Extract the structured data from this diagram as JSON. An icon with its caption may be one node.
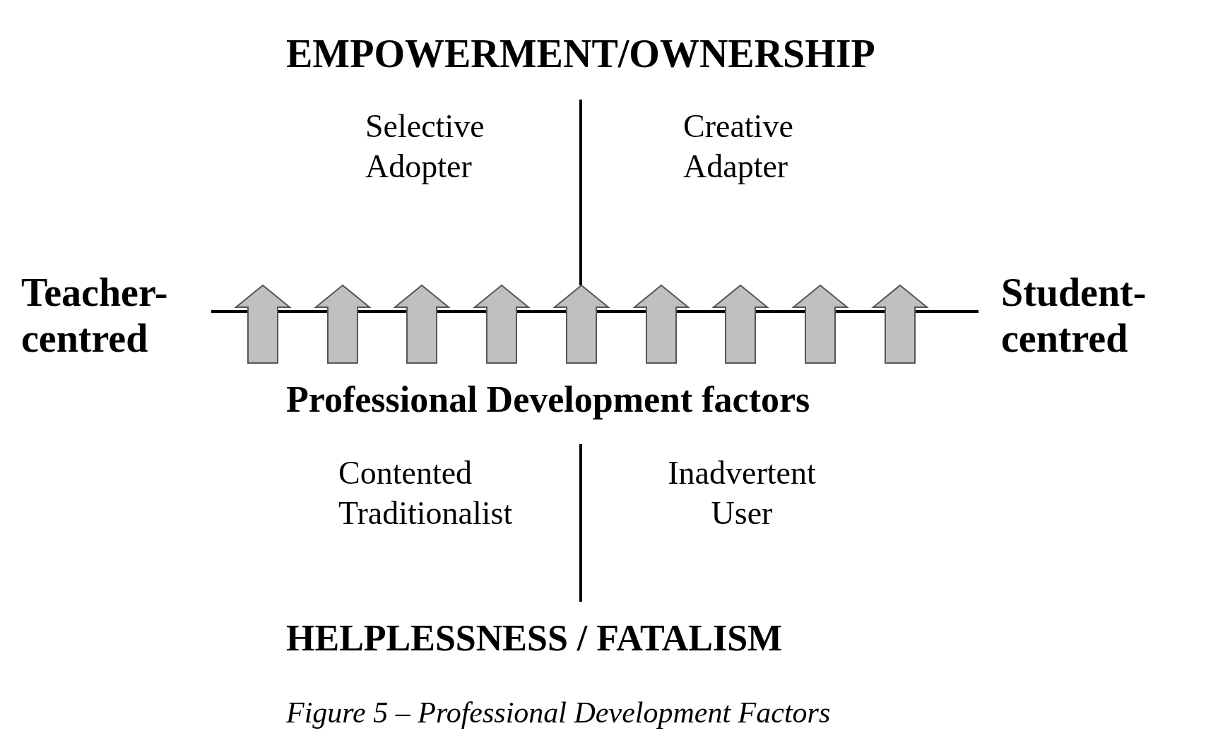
{
  "diagram": {
    "caption": "Figure 5 – Professional Development Factors",
    "labels": [
      "EMPOWERMENT/OWNERSHIP",
      "Selective Adopter",
      "Creative Adapter",
      "Teacher-centred",
      "Student-centred",
      "Professional Development factors",
      "Contented Traditionalist",
      "Inadvertent User",
      "HELPLESSNESS / FATALISM"
    ]
  }
}
